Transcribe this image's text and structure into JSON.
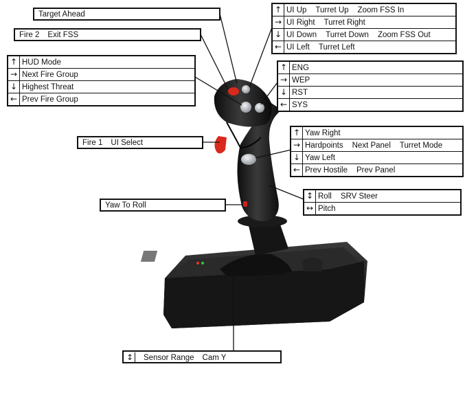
{
  "labels": {
    "target_ahead": "Target Ahead",
    "fire2": [
      "Fire 2",
      "Exit FSS"
    ],
    "hat_top_right": [
      {
        "arrow": "↑",
        "actions": [
          "UI Up",
          "Turret Up",
          "Zoom FSS In"
        ]
      },
      {
        "arrow": "→",
        "actions": [
          "UI Right",
          "Turret Right"
        ]
      },
      {
        "arrow": "↓",
        "actions": [
          "UI Down",
          "Turret Down",
          "Zoom FSS Out"
        ]
      },
      {
        "arrow": "←",
        "actions": [
          "UI Left",
          "Turret Left"
        ]
      }
    ],
    "hat_top_left": [
      {
        "arrow": "↑",
        "actions": [
          "HUD Mode"
        ]
      },
      {
        "arrow": "→",
        "actions": [
          "Next Fire Group"
        ]
      },
      {
        "arrow": "↓",
        "actions": [
          "Highest Threat"
        ]
      },
      {
        "arrow": "←",
        "actions": [
          "Prev Fire Group"
        ]
      }
    ],
    "power_hat": [
      {
        "arrow": "↑",
        "actions": [
          "ENG"
        ]
      },
      {
        "arrow": "→",
        "actions": [
          "WEP"
        ]
      },
      {
        "arrow": "↓",
        "actions": [
          "RST"
        ]
      },
      {
        "arrow": "←",
        "actions": [
          "SYS"
        ]
      }
    ],
    "fire1": [
      "Fire 1",
      "UI Select"
    ],
    "thumb_hat": [
      {
        "arrow": "↑",
        "actions": [
          "Yaw Right"
        ]
      },
      {
        "arrow": "→",
        "actions": [
          "Hardpoints",
          "Next Panel",
          "Turret Mode"
        ]
      },
      {
        "arrow": "↓",
        "actions": [
          "Yaw Left"
        ]
      },
      {
        "arrow": "←",
        "actions": [
          "Prev Hostile",
          "Prev Panel"
        ]
      }
    ],
    "stick_axes": [
      {
        "arrow": "↕",
        "actions": [
          "Roll",
          "SRV Steer"
        ]
      },
      {
        "arrow": "↔",
        "actions": [
          "Pitch"
        ]
      }
    ],
    "yaw_to_roll": "Yaw To Roll",
    "throttle": {
      "arrow": "↕",
      "actions": [
        "Sensor Range",
        "Cam Y"
      ]
    }
  },
  "colors": {
    "stick_body": "#1c1c1c",
    "trigger_red": "#d9291c",
    "button_metal": "#b8bcc2"
  },
  "icons": [
    "joystick-illustration",
    "arrow-up-icon",
    "arrow-right-icon",
    "arrow-down-icon",
    "arrow-left-icon",
    "arrow-up-down-icon",
    "arrow-left-right-icon"
  ]
}
